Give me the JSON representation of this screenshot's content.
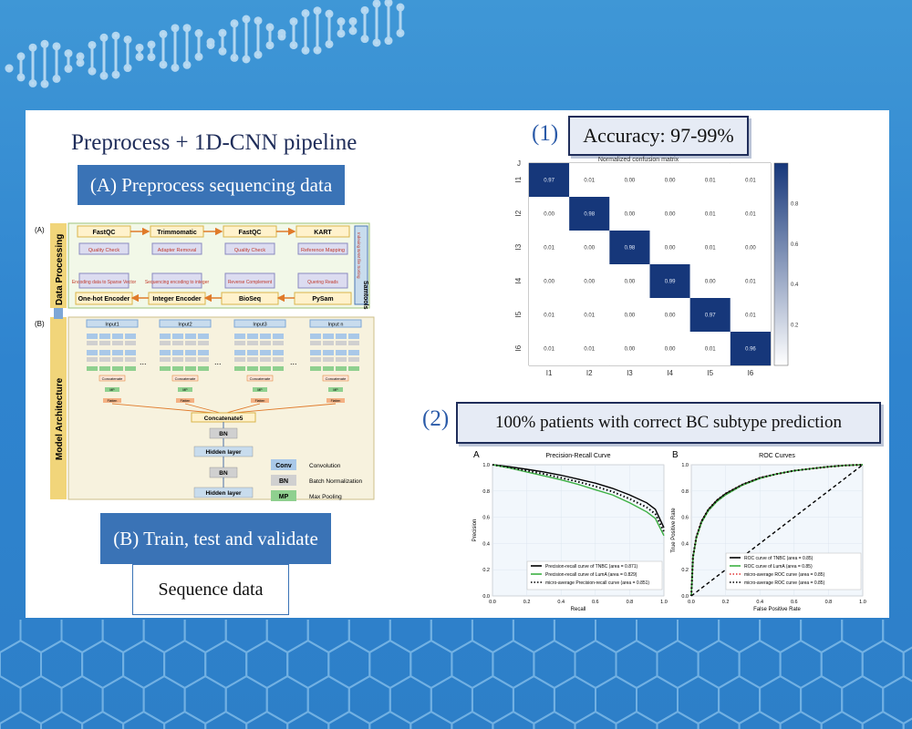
{
  "title": "Preprocess + 1D-CNN pipeline",
  "section_a": "(A) Preprocess sequencing data",
  "section_b": "(B) Train, test and validate",
  "sequence_box": "Sequence data",
  "label_1": "(1)",
  "label_2": "(2)",
  "accuracy": "Accuracy: 97-99%",
  "patients": "100% patients with correct BC subtype prediction",
  "pipeline": {
    "tag_a": "(A)",
    "tag_b": "(B)",
    "side_a": "Data Processing",
    "side_b": "Model Architecture",
    "samtools": "Samtools",
    "samtools_sub": "Indexing BAM file Sorting",
    "top": [
      {
        "tool": "FastQC",
        "step": "Quality Check"
      },
      {
        "tool": "Trimmomatic",
        "step": "Adapter Removal"
      },
      {
        "tool": "FastQC",
        "step": "Quality Check"
      },
      {
        "tool": "KART",
        "step": "Reference Mapping"
      }
    ],
    "bottom": [
      {
        "tool": "One-hot Encoder",
        "step": "Encoding data to Sparse Vector"
      },
      {
        "tool": "Integer Encoder",
        "step": "Sequencing encoding to integer"
      },
      {
        "tool": "BioSeq",
        "step": "Reverse Complement"
      },
      {
        "tool": "PySam",
        "step": "Quering Reads"
      }
    ],
    "inputs": [
      "Input1",
      "Input2",
      "Input3",
      "Input n"
    ],
    "concat": "Concatenate",
    "mp": "MP",
    "flatten": "Flatten",
    "concat5": "Concatenate5",
    "bn": "BN",
    "hidden": "Hidden layer",
    "legend": [
      {
        "key": "Conv",
        "desc": "Convolution",
        "color": "#a9c8e8"
      },
      {
        "key": "BN",
        "desc": "Batch Normalization",
        "color": "#d0d0d0"
      },
      {
        "key": "MP",
        "desc": "Max Pooling",
        "color": "#8fd08f"
      }
    ],
    "dots": "..."
  },
  "chart_data": [
    {
      "type": "heatmap",
      "title": "Normalized confusion matrix",
      "row_corner": "J",
      "rows": [
        "I1",
        "I2",
        "I3",
        "I4",
        "I5",
        "I6"
      ],
      "cols": [
        "I1",
        "I2",
        "I3",
        "I4",
        "I5",
        "I6"
      ],
      "values": [
        [
          "0.97",
          "0.01",
          "0.00",
          "0.00",
          "0.01",
          "0.01"
        ],
        [
          "0.00",
          "0.98",
          "0.00",
          "0.00",
          "0.01",
          "0.01"
        ],
        [
          "0.01",
          "0.00",
          "0.98",
          "0.00",
          "0.01",
          "0.00"
        ],
        [
          "0.00",
          "0.00",
          "0.00",
          "0.99",
          "0.00",
          "0.01"
        ],
        [
          "0.01",
          "0.01",
          "0.00",
          "0.00",
          "0.97",
          "0.01"
        ],
        [
          "0.01",
          "0.01",
          "0.00",
          "0.00",
          "0.01",
          "0.96"
        ]
      ],
      "colorbar_ticks": [
        "0.8",
        "0.6",
        "0.4",
        "0.2"
      ],
      "colorbar_range": [
        0,
        1
      ],
      "color_high": "#16377a"
    },
    {
      "type": "line",
      "panel": "A",
      "title": "Precision-Recall Curve",
      "xlabel": "Recall",
      "ylabel": "Precision",
      "xlim": [
        0,
        1
      ],
      "ylim": [
        0,
        1
      ],
      "ticks": [
        "0.0",
        "0.2",
        "0.4",
        "0.6",
        "0.8",
        "1.0"
      ],
      "series": [
        {
          "name": "Precision-recall curve of TNBC (area = 0.871)",
          "color": "#000000",
          "style": "solid",
          "x": [
            0,
            0.1,
            0.2,
            0.3,
            0.4,
            0.5,
            0.6,
            0.7,
            0.8,
            0.9,
            0.95,
            1.0
          ],
          "y": [
            1.0,
            0.985,
            0.965,
            0.945,
            0.92,
            0.89,
            0.86,
            0.82,
            0.77,
            0.71,
            0.66,
            0.52
          ]
        },
        {
          "name": "Precision-recall curve of LumA (area = 0.829)",
          "color": "#3cb043",
          "style": "solid",
          "x": [
            0,
            0.1,
            0.2,
            0.3,
            0.4,
            0.5,
            0.6,
            0.7,
            0.8,
            0.9,
            0.95,
            1.0
          ],
          "y": [
            1.0,
            0.975,
            0.945,
            0.915,
            0.885,
            0.85,
            0.81,
            0.77,
            0.71,
            0.64,
            0.59,
            0.46
          ]
        },
        {
          "name": "micro-average Precision-recall curve (area = 0.851)",
          "color": "#000000",
          "style": "dotted",
          "x": [
            0,
            0.1,
            0.2,
            0.3,
            0.4,
            0.5,
            0.6,
            0.7,
            0.8,
            0.9,
            0.95,
            1.0
          ],
          "y": [
            1.0,
            0.98,
            0.955,
            0.93,
            0.9,
            0.87,
            0.835,
            0.795,
            0.74,
            0.675,
            0.625,
            0.49
          ]
        }
      ]
    },
    {
      "type": "line",
      "panel": "B",
      "title": "ROC Curves",
      "xlabel": "False Positive Rate",
      "ylabel": "True Positive Rate",
      "xlim": [
        0,
        1
      ],
      "ylim": [
        0,
        1
      ],
      "ticks": [
        "0.0",
        "0.2",
        "0.4",
        "0.6",
        "0.8",
        "1.0"
      ],
      "series": [
        {
          "name": "ROC curve of TNBC (area = 0.85)",
          "color": "#000000",
          "style": "solid",
          "x": [
            0,
            0.01,
            0.03,
            0.06,
            0.1,
            0.15,
            0.2,
            0.3,
            0.4,
            0.5,
            0.6,
            0.7,
            0.8,
            0.9,
            1.0
          ],
          "y": [
            0,
            0.3,
            0.45,
            0.57,
            0.66,
            0.73,
            0.78,
            0.85,
            0.9,
            0.93,
            0.955,
            0.97,
            0.985,
            0.995,
            1.0
          ]
        },
        {
          "name": "ROC curve of LumA (area = 0.85)",
          "color": "#3cb043",
          "style": "solid",
          "x": [
            0,
            0.01,
            0.03,
            0.06,
            0.1,
            0.15,
            0.2,
            0.3,
            0.4,
            0.5,
            0.6,
            0.7,
            0.8,
            0.9,
            1.0
          ],
          "y": [
            0,
            0.29,
            0.44,
            0.56,
            0.65,
            0.72,
            0.77,
            0.845,
            0.895,
            0.93,
            0.955,
            0.97,
            0.985,
            0.995,
            1.0
          ]
        },
        {
          "name": "micro-average ROC curve (area = 0.85)",
          "color": "#e03030",
          "style": "dotted",
          "x": [
            0,
            0.01,
            0.03,
            0.06,
            0.1,
            0.15,
            0.2,
            0.3,
            0.4,
            0.5,
            0.6,
            0.7,
            0.8,
            0.9,
            1.0
          ],
          "y": [
            0,
            0.3,
            0.45,
            0.57,
            0.66,
            0.73,
            0.78,
            0.85,
            0.9,
            0.93,
            0.955,
            0.97,
            0.985,
            0.995,
            1.0
          ]
        },
        {
          "name": "micro-average ROC curve (area = 0.85)",
          "color": "#000000",
          "style": "dotted",
          "x": [
            0,
            0.01,
            0.03,
            0.06,
            0.1,
            0.15,
            0.2,
            0.3,
            0.4,
            0.5,
            0.6,
            0.7,
            0.8,
            0.9,
            1.0
          ],
          "y": [
            0,
            0.3,
            0.45,
            0.57,
            0.66,
            0.73,
            0.78,
            0.85,
            0.9,
            0.93,
            0.955,
            0.97,
            0.985,
            0.995,
            1.0
          ]
        },
        {
          "name": "",
          "color": "#000000",
          "style": "dashed",
          "x": [
            0,
            1
          ],
          "y": [
            0,
            1
          ]
        }
      ]
    }
  ]
}
